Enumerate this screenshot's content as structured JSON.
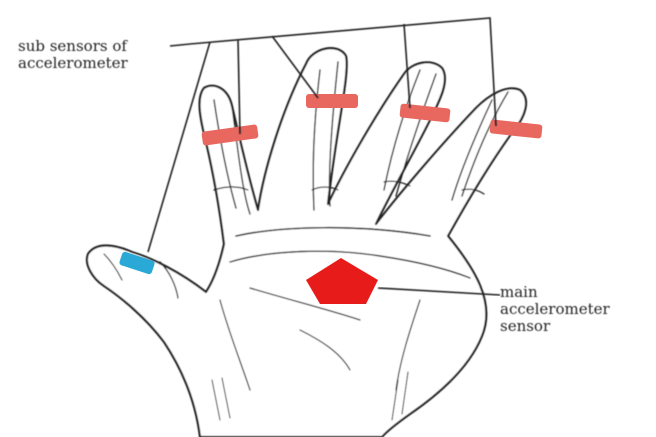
{
  "labels": {
    "sub_sensors": [
      "sub sensors of",
      "accelerometer"
    ],
    "main_sensor": [
      "main",
      "accelerometer",
      "sensor"
    ]
  },
  "colors": {
    "sensor_band": "#e8675f",
    "thumb_sensor": "#2aa9d6",
    "main_sensor": "#e81b1b",
    "ink": "#222222",
    "skin": "#ffffff"
  },
  "sensors": {
    "sub_sensor_count": 5,
    "main_sensor_shape": "pentagon"
  }
}
